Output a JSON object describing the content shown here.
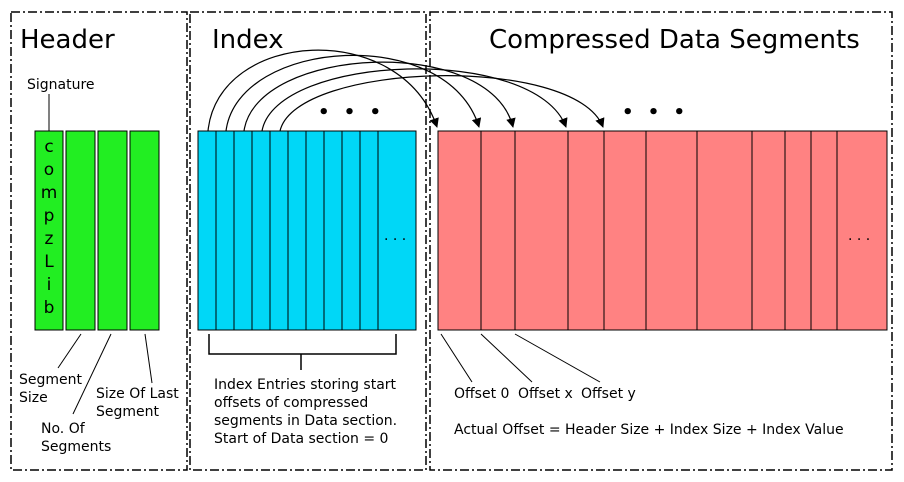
{
  "sections": {
    "header": "Header",
    "index": "Index",
    "data": "Compressed Data Segments"
  },
  "header_fields": {
    "signature": "Signature",
    "signature_letters": [
      "c",
      "o",
      "m",
      "p",
      "z",
      "L",
      "i",
      "b"
    ],
    "segment_size": [
      "Segment",
      "Size"
    ],
    "no_of_segments": [
      "No. Of",
      "Segments"
    ],
    "size_of_last_segment": [
      "Size Of Last",
      "Segment"
    ]
  },
  "index_description": [
    "Index Entries storing start",
    "offsets of compressed",
    "segments in Data section.",
    "Start of Data section = 0"
  ],
  "offset_labels": [
    "Offset 0",
    "Offset x",
    "Offset y"
  ],
  "formula": "Actual Offset = Header Size + Index Size + Index Value",
  "ellipsis_top": "• • •",
  "ellipsis_inner": ". . .",
  "colors": {
    "header_field": "#22ee22",
    "index_entry": "#00d7f7",
    "data_segment": "#ff8282",
    "border": "#000000"
  }
}
